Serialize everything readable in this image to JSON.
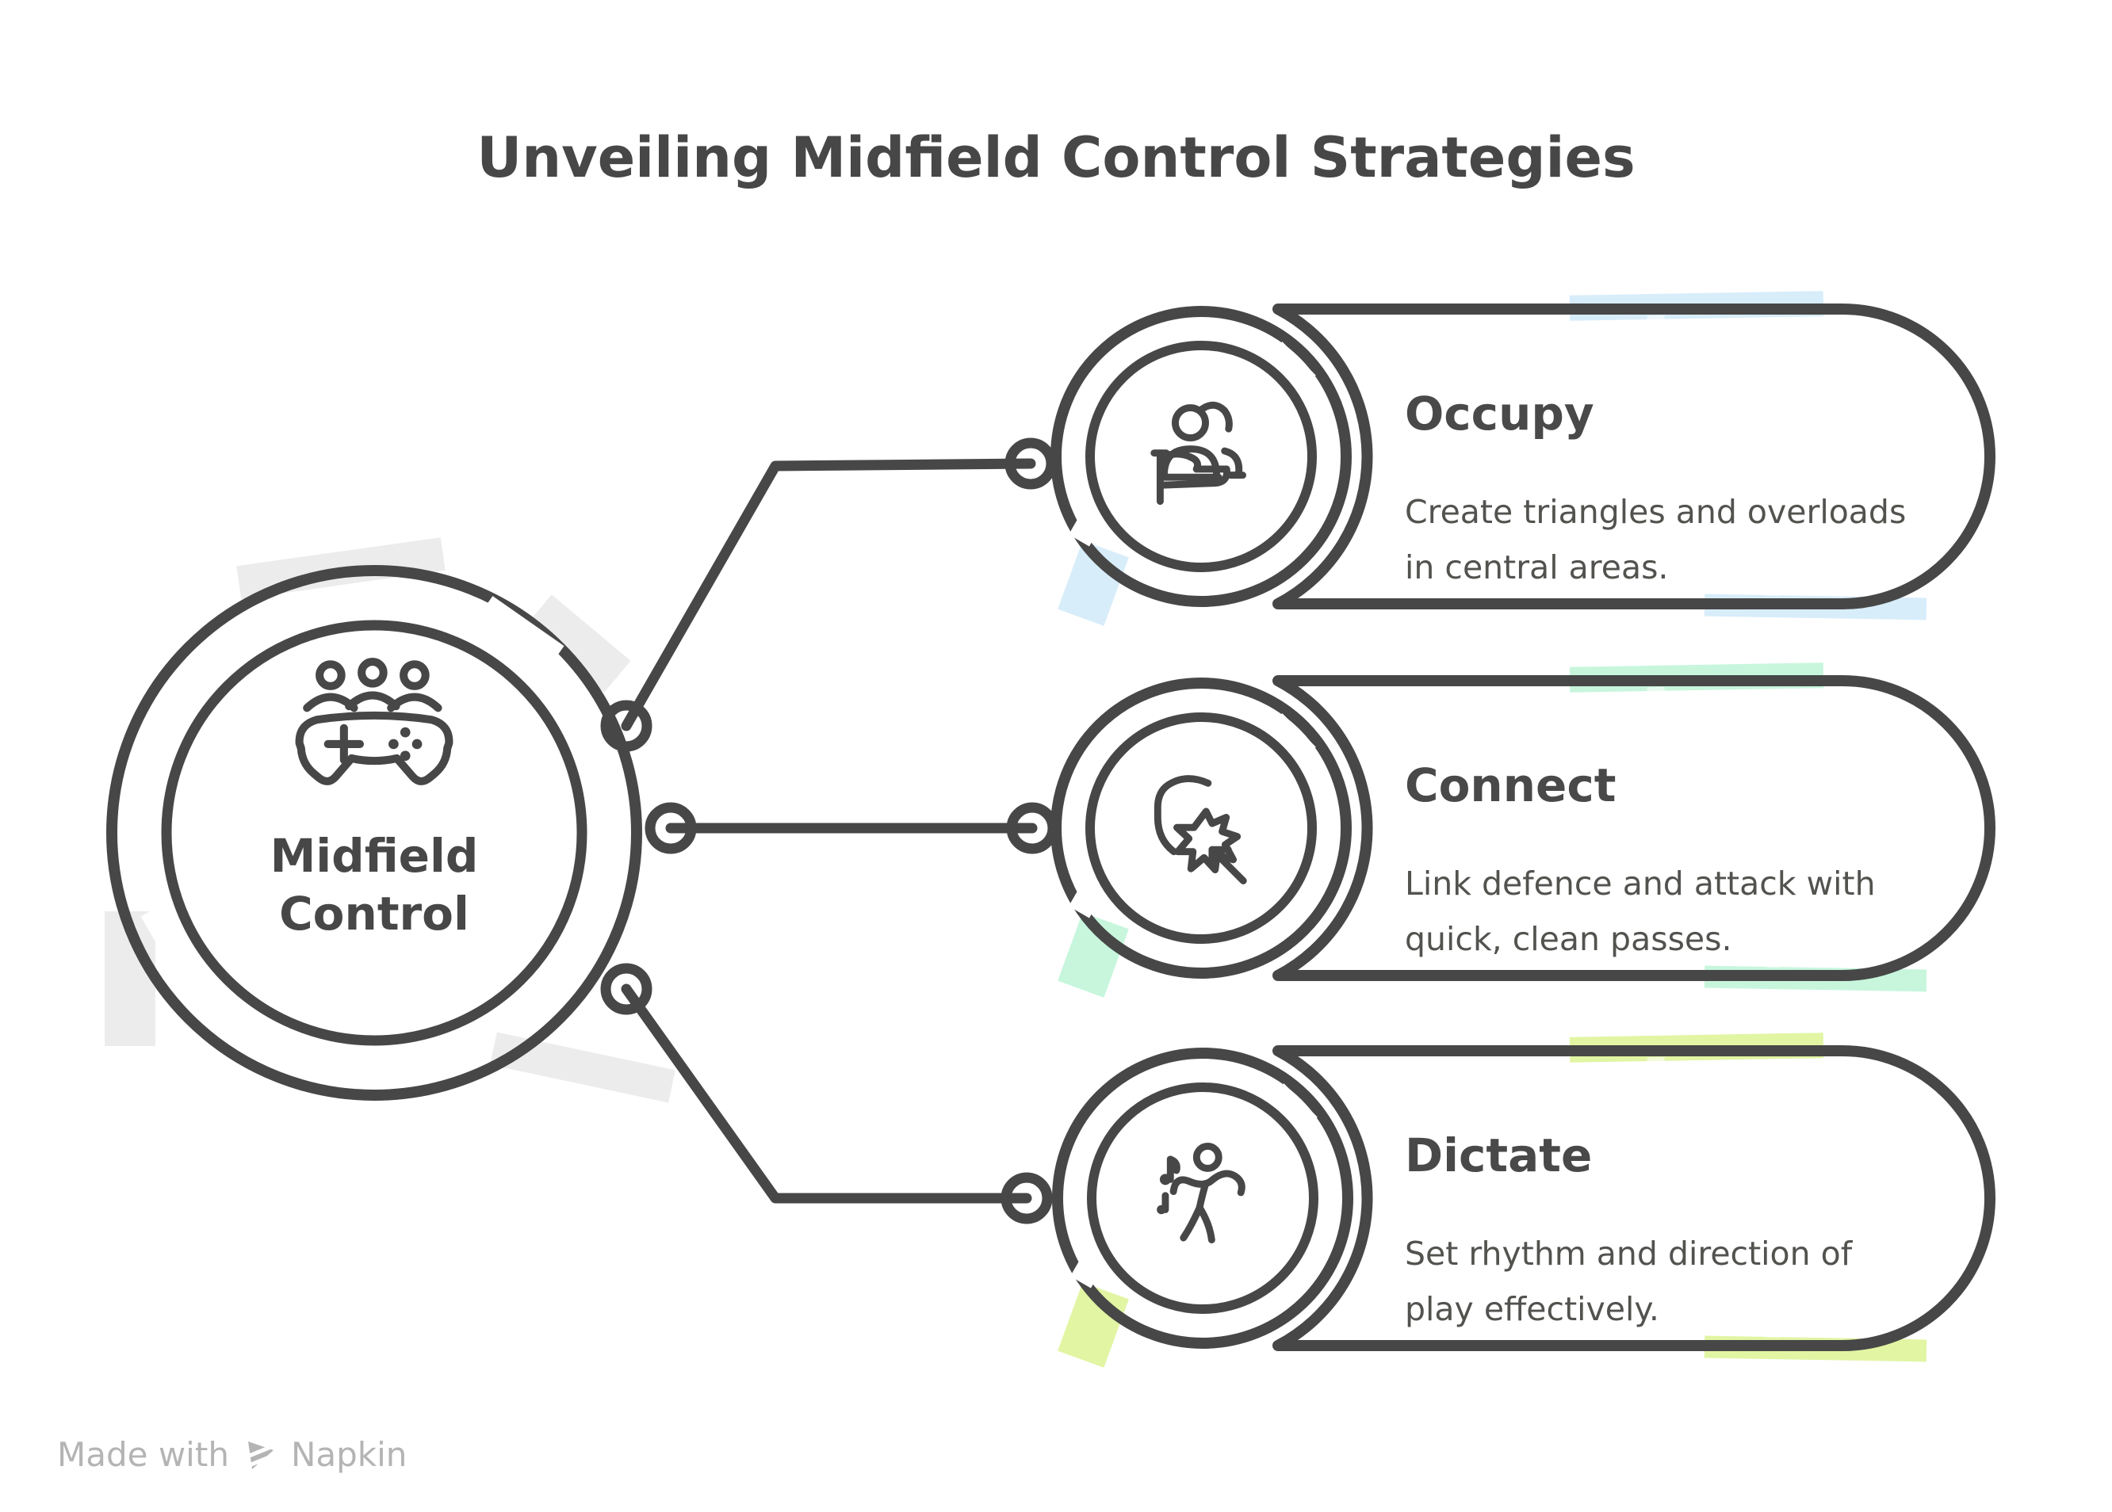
{
  "title": "Unveiling Midfield Control Strategies",
  "hub": {
    "label": "Midfield Control",
    "icon": "controller-people-icon",
    "ring_color": "#eaeaea"
  },
  "cards": [
    {
      "id": "occupy",
      "title": "Occupy",
      "description": "Create triangles and overloads in central areas.",
      "icon": "users-flag-icon",
      "color": "#d8edfa"
    },
    {
      "id": "connect",
      "title": "Connect",
      "description": "Link defence and attack with quick, clean passes.",
      "icon": "shield-click-icon",
      "color": "#c7f6dd"
    },
    {
      "id": "dictate",
      "title": "Dictate",
      "description": "Set rhythm and direction of play effectively.",
      "icon": "dancer-music-icon",
      "color": "#e1f5a3"
    }
  ],
  "footer": {
    "made_with": "Made with",
    "brand": "Napkin",
    "logo": "napkin-logo-icon"
  },
  "colors": {
    "outline": "#474747",
    "title_text": "#474747",
    "body_text": "#52524f",
    "hub_ring": "#eaeaea",
    "footer_text": "#b4b4b4",
    "background": "#ffffff"
  }
}
